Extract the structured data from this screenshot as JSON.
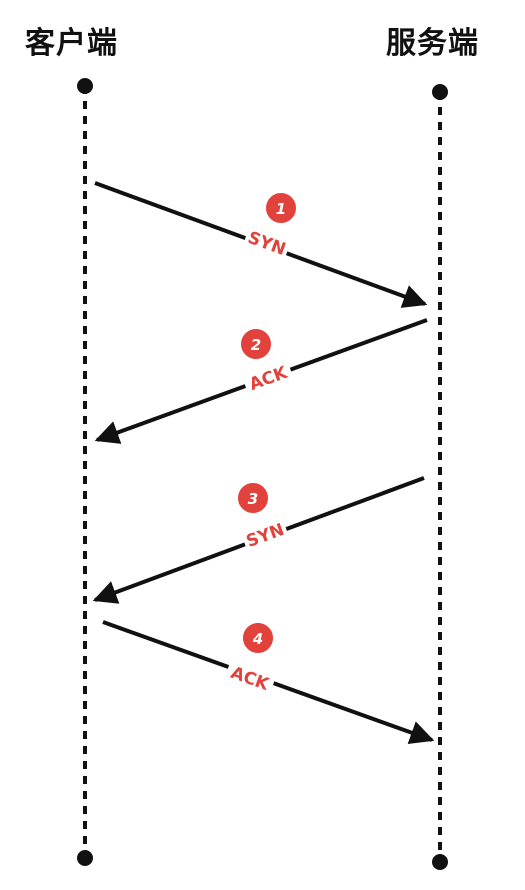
{
  "actors": {
    "client": "客户端",
    "server": "服务端"
  },
  "colors": {
    "line": "#111111",
    "badge": "#e2423c",
    "label": "#e2423c",
    "badge_text": "#ffffff"
  },
  "messages": [
    {
      "step": "1",
      "label": "SYN",
      "from": "client",
      "to": "server"
    },
    {
      "step": "2",
      "label": "ACK",
      "from": "server",
      "to": "client"
    },
    {
      "step": "3",
      "label": "SYN",
      "from": "server",
      "to": "client"
    },
    {
      "step": "4",
      "label": "ACK",
      "from": "client",
      "to": "server"
    }
  ]
}
